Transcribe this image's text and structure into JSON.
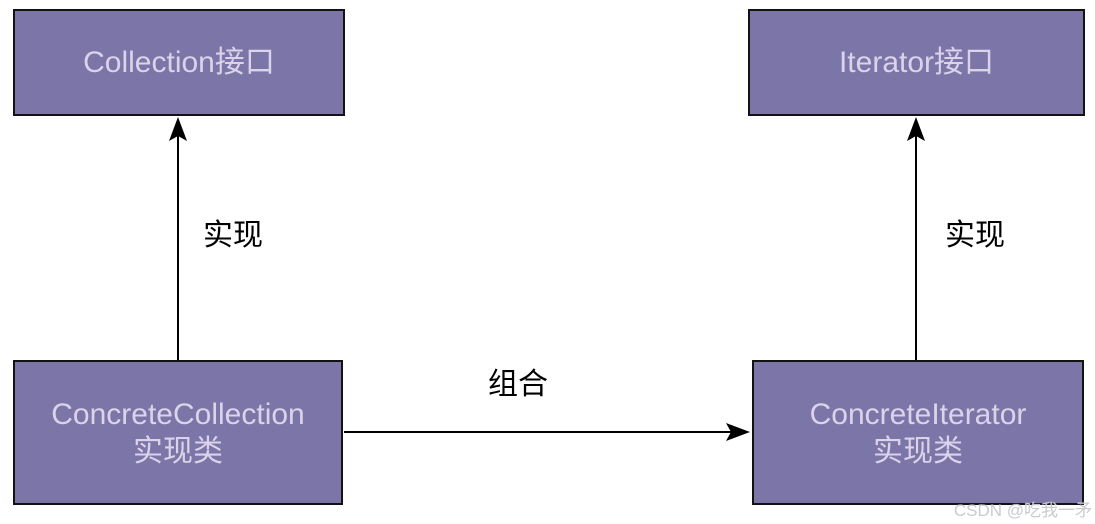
{
  "diagram": {
    "nodes": {
      "collection_interface": {
        "label": "Collection接口"
      },
      "iterator_interface": {
        "label": "Iterator接口"
      },
      "concrete_collection": {
        "line1": "ConcreteCollection",
        "line2": "实现类"
      },
      "concrete_iterator": {
        "line1": "ConcreteIterator",
        "line2": "实现类"
      }
    },
    "edges": {
      "left_realize": {
        "label": "实现",
        "from": "ConcreteCollection实现类",
        "to": "Collection接口"
      },
      "right_realize": {
        "label": "实现",
        "from": "ConcreteIterator实现类",
        "to": "Iterator接口"
      },
      "composition": {
        "label": "组合",
        "from": "ConcreteCollection实现类",
        "to": "ConcreteIterator实现类"
      }
    },
    "colors": {
      "node_fill": "#7c76a8",
      "node_text": "#dbd3e9",
      "node_border": "#121212",
      "arrow": "#000000",
      "label_text": "#000000",
      "background": "#ffffff"
    },
    "watermark": {
      "text": "CSDN @吃我一矛"
    }
  }
}
